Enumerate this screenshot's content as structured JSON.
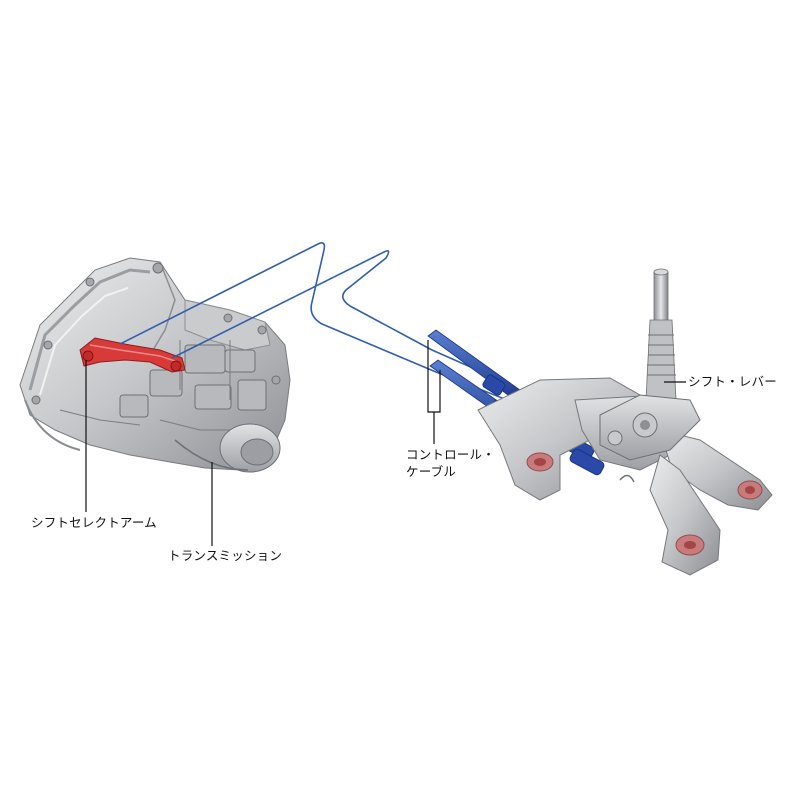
{
  "labels": {
    "shift_select_arm": "シフトセレクトアーム",
    "transmission": "トランスミッション",
    "control_cable_line1": "コントロール・",
    "control_cable_line2": "ケーブル",
    "shift_lever": "シフト・レバー"
  },
  "colors": {
    "background": "#ffffff",
    "cable": "#2f5fb0",
    "cable_end": "#2a49a8",
    "arm_highlight": "#d83a3a",
    "metal_light": "#d9dadc",
    "metal_mid": "#a9abaf",
    "metal_dark": "#6e7075",
    "leader_line": "#111111"
  }
}
